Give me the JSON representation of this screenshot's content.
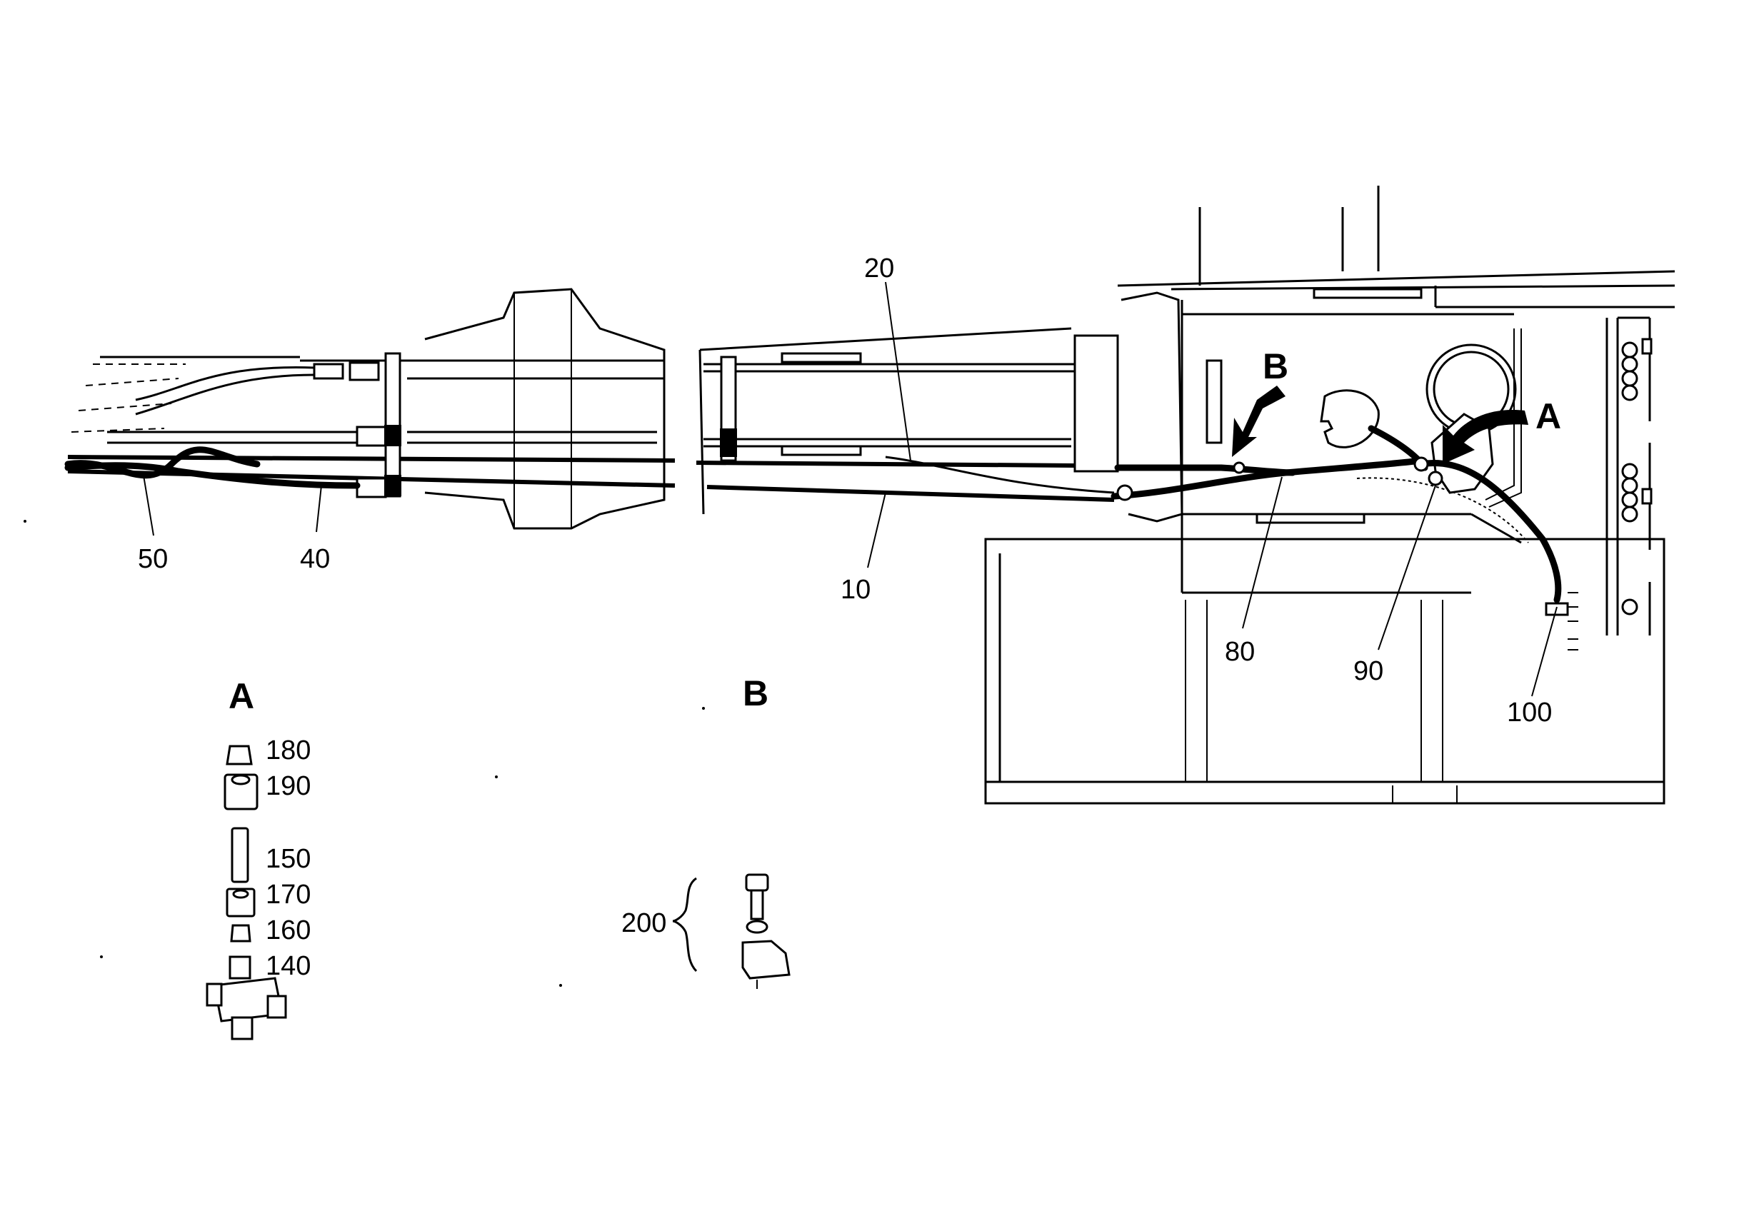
{
  "diagram": {
    "callouts": {
      "c10": "10",
      "c20": "20",
      "c40": "40",
      "c50": "50",
      "c80": "80",
      "c90": "90",
      "c100": "100"
    },
    "view_markers": {
      "arrow_a": "A",
      "arrow_b": "B"
    },
    "detail_a": {
      "title": "A",
      "parts": [
        "180",
        "190",
        "150",
        "170",
        "160",
        "140"
      ]
    },
    "detail_b": {
      "title": "B",
      "part": "200"
    }
  }
}
